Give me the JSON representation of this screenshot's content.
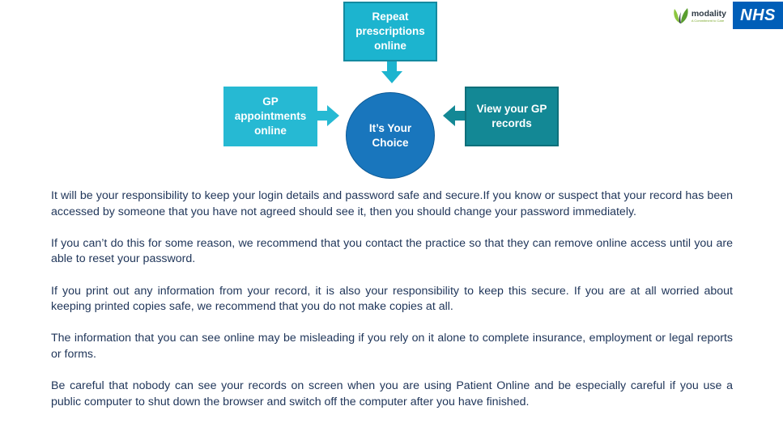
{
  "logos": {
    "modality_name": "modality",
    "modality_tagline": "A Commitment to Care",
    "nhs_label": "NHS"
  },
  "diagram": {
    "center": "It’s Your Choice",
    "top": "Repeat prescriptions online",
    "left": "GP appointments online",
    "right": "View your GP records"
  },
  "paragraphs": [
    "It will be your responsibility to keep your login details and password safe and secure.If you know or suspect that your record has been accessed by someone that you have not agreed should see it, then you should change your password immediately.",
    "If you can’t do this for some reason, we recommend that you contact the practice so that they can remove online access until you are able to reset your password.",
    "If you print out any information from your record, it is also your responsibility to keep this secure. If you are at all worried about keeping printed copies safe, we recommend that you do not make copies at all.",
    "The information that you can see online may be misleading if you rely on it alone to complete insurance, employment or legal reports or forms.",
    "Be careful that nobody can see your records on screen when you are using Patient Online and be especially careful if you use a public computer to shut down the browser and switch off the computer after you have finished."
  ],
  "colors": {
    "top_box": "#1cb4cf",
    "left_box": "#26b9d3",
    "right_box": "#138895",
    "center_circle": "#1976bd",
    "text": "#1f3559",
    "nhs_blue": "#005eb8"
  }
}
